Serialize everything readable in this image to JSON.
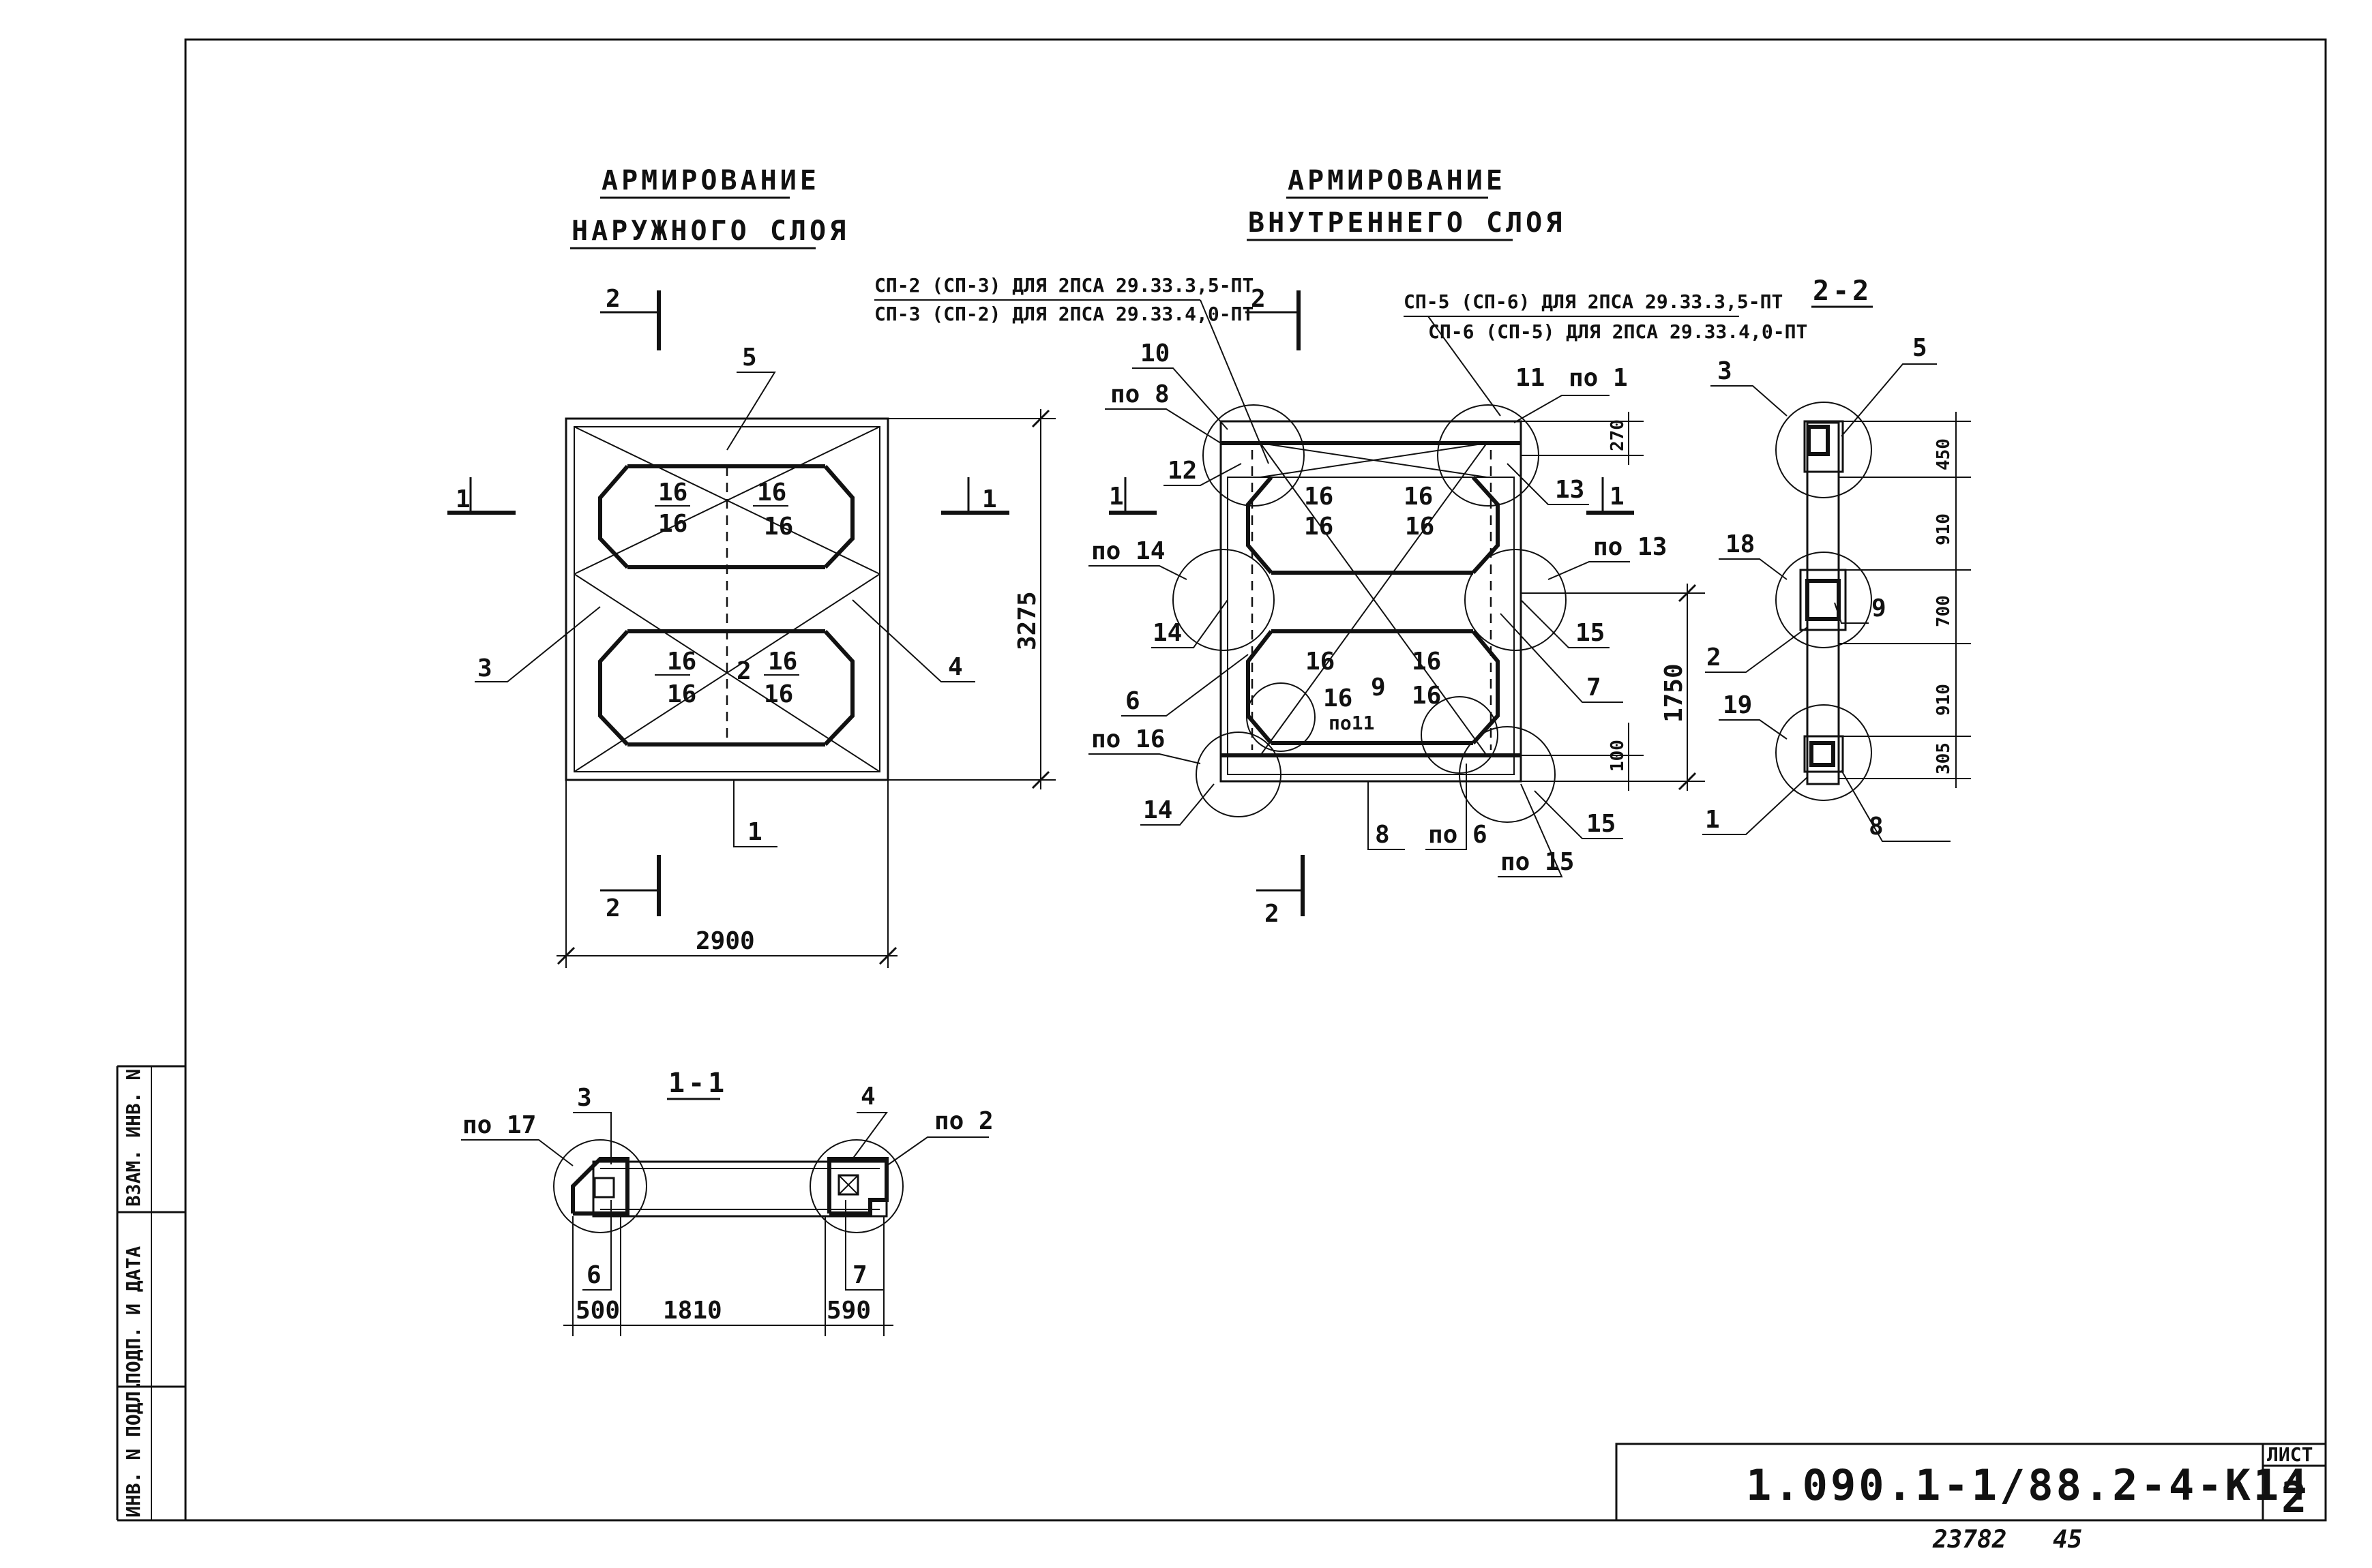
{
  "headings": {
    "outer_line1": "АРМИРОВАНИЕ",
    "outer_line2": "НАРУЖНОГО СЛОЯ",
    "inner_line1": "АРМИРОВАНИЕ",
    "inner_line2": "ВНУТРЕННЕГО СЛОЯ",
    "section_1_1": "1-1",
    "section_2_2": "2-2"
  },
  "notes": {
    "sp_left_1": "СП-2 (СП-3) ДЛЯ 2ПСА 29.33.3,5-ПТ",
    "sp_left_2": "СП-3 (СП-2) ДЛЯ 2ПСА 29.33.4,0-ПТ",
    "sp_right_1": "СП-5 (СП-6) ДЛЯ 2ПСА 29.33.3,5-ПТ",
    "sp_right_2": "СП-6 (СП-5) ДЛЯ 2ПСА 29.33.4,0-ПТ"
  },
  "section_marks": {
    "two": "2",
    "one": "1"
  },
  "dimensions": {
    "outer_height": "3275",
    "outer_width": "2900",
    "d270": "270",
    "d1750": "1750",
    "d100": "100",
    "s450": "450",
    "s910a": "910",
    "s700": "700",
    "s910b": "910",
    "s305": "305",
    "w500": "500",
    "w1810": "1810",
    "w590": "590"
  },
  "labels": {
    "n1": "1",
    "n2": "2",
    "n3": "3",
    "n4": "4",
    "n5": "5",
    "n6": "6",
    "n7": "7",
    "n8": "8",
    "n9": "9",
    "n10": "10",
    "n11": "11",
    "n12": "12",
    "n13": "13",
    "n14": "14",
    "n15": "15",
    "n16": "16",
    "n18": "18",
    "n19": "19",
    "po1": "по 1",
    "po2": "по 2",
    "po6": "по 6",
    "po8": "по 8",
    "po11": "по11",
    "po13": "по 13",
    "po14": "по 14",
    "po15": "по 15",
    "po16": "по 16",
    "po17": "по 17"
  },
  "side_stamp": {
    "col1": "ВЗАМ. ИНВ. N",
    "col2": "ПОДП. И ДАТА",
    "col3": "ИНВ. N ПОДЛ."
  },
  "title_block": {
    "code": "1.090.1-1/88.2-4-К14",
    "sheet_label": "ЛИСТ",
    "sheet_number": "2",
    "footer_number": "23782",
    "footer_suffix": "45"
  }
}
